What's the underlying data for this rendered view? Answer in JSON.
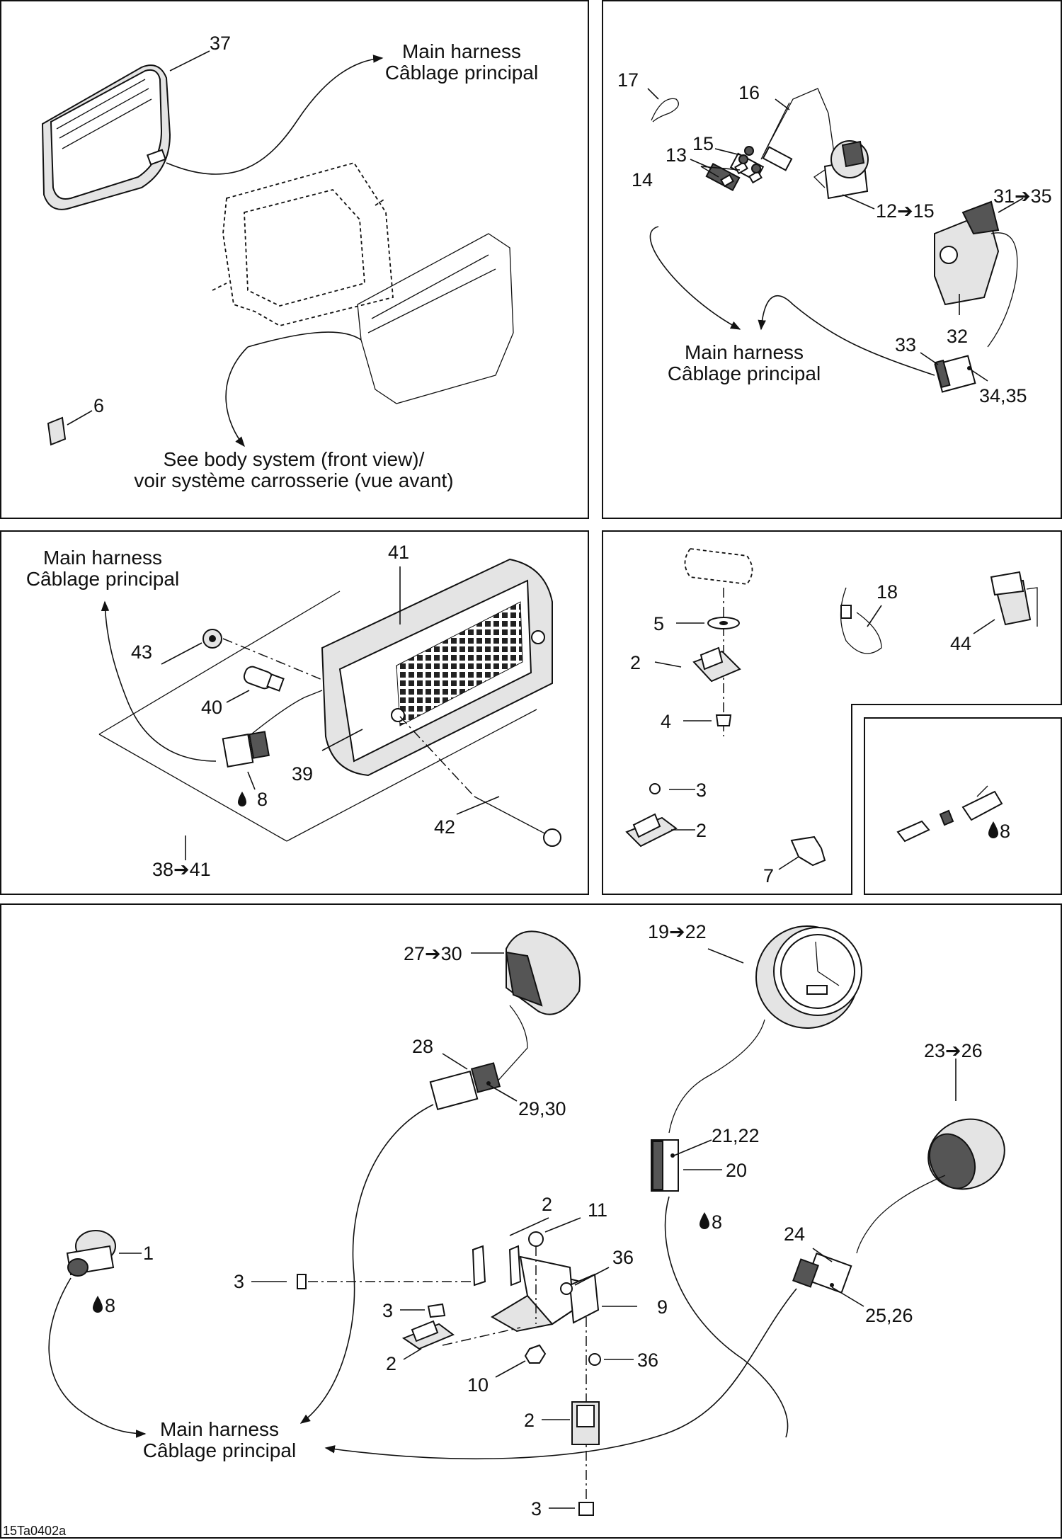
{
  "captions": {
    "main_harness_en": "Main harness",
    "main_harness_fr": "Câblage principal",
    "body_system_en": "See body system (front view)/",
    "body_system_fr": "voir système carrosserie (vue avant)"
  },
  "figure_code": "15Ta0402a",
  "symbols": {
    "lubricant": "lubricant-drop-icon"
  },
  "callouts": {
    "c37": "37",
    "c6": "6",
    "c17": "17",
    "c16": "16",
    "c13": "13",
    "c15": "15",
    "c14": "14",
    "c12_15": "12➔15",
    "c31_35": "31➔35",
    "c32": "32",
    "c33": "33",
    "c34_35": "34,35",
    "c41": "41",
    "c43": "43",
    "c40": "40",
    "c8a": "8",
    "c39": "39",
    "c42": "42",
    "c38_41": "38➔41",
    "c5": "5",
    "c2a": "2",
    "c4": "4",
    "c3a": "3",
    "c2b": "2",
    "c7": "7",
    "c18": "18",
    "c44": "44",
    "c8b": "8",
    "c27_30": "27➔30",
    "c28": "28",
    "c29_30": "29,30",
    "c19_22": "19➔22",
    "c23_26": "23➔26",
    "c21_22": "21,22",
    "c20": "20",
    "c8c": "8",
    "c24": "24",
    "c25_26": "25,26",
    "c1": "1",
    "c8d": "8",
    "c2c": "2",
    "c11": "11",
    "c36a": "36",
    "c3b": "3",
    "c9": "9",
    "c3c": "3",
    "c2d": "2",
    "c36b": "36",
    "c10": "10",
    "c2e": "2",
    "c3d": "3"
  }
}
